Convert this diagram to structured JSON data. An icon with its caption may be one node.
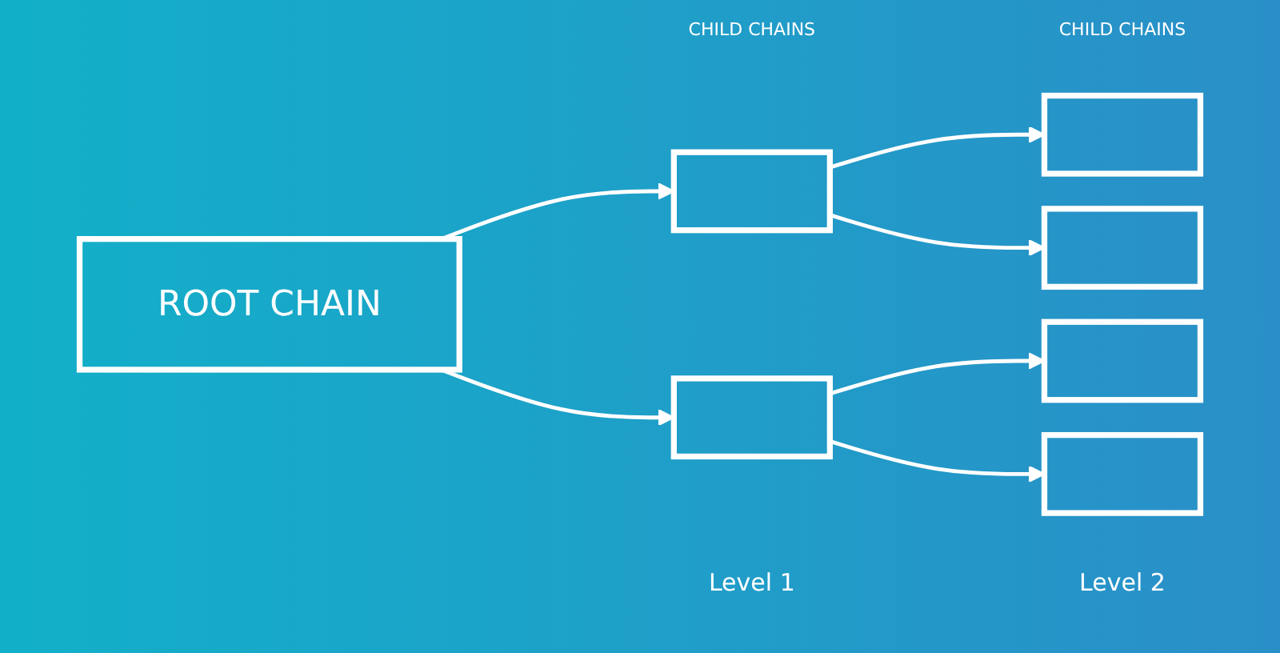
{
  "diagram": {
    "nodes": [
      {
        "text": [
          "ROOT CHAIN"
        ]
      },
      {
        "text": [],
        "shape": "cube"
      },
      {
        "text": [],
        "shape": "cube"
      },
      {
        "text": [],
        "shape": "cube"
      },
      {
        "text": [],
        "shape": "cube"
      },
      {
        "text": [],
        "shape": "cube"
      },
      {
        "text": [],
        "shape": "cube"
      }
    ],
    "edges": [
      {
        "from": 0,
        "to": 1,
        "arrow": "to"
      },
      {
        "from": 0,
        "to": 2,
        "arrow": "to"
      },
      {
        "from": 1,
        "to": 3,
        "arrow": "to"
      },
      {
        "from": 1,
        "to": 4,
        "arrow": "to"
      },
      {
        "from": 2,
        "to": 5,
        "arrow": "to"
      },
      {
        "from": 2,
        "to": 6,
        "arrow": "to"
      }
    ],
    "labels": [
      "CHILD CHAINS",
      "CHILD CHAINS",
      "Level 1",
      "Level 2"
    ]
  }
}
